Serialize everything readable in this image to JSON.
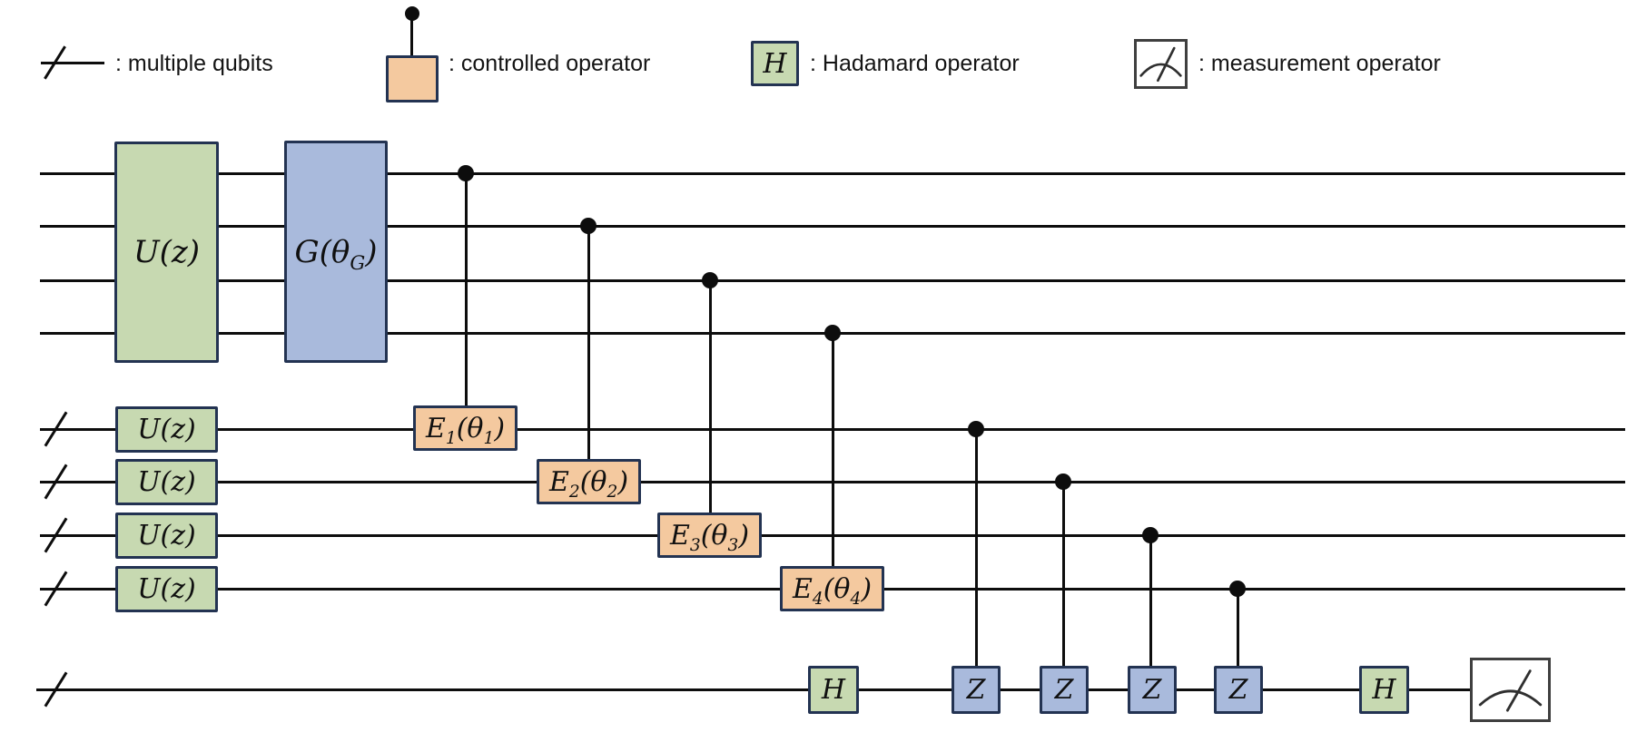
{
  "legend": {
    "multiple_qubits_label": ": multiple qubits",
    "controlled_operator_label": ": controlled operator",
    "hadamard_symbol": "H",
    "hadamard_label": ": Hadamard operator",
    "measurement_label": ": measurement operator"
  },
  "gates": {
    "top_u": "U(z)",
    "top_g": {
      "prefix": "G(θ",
      "sub": "G",
      "suffix": ")"
    },
    "mid_u": [
      "U(z)",
      "U(z)",
      "U(z)",
      "U(z)"
    ],
    "e_gates": [
      {
        "base": "E",
        "sub1": "1",
        "mid": "(θ",
        "sub2": "1",
        "end": ")"
      },
      {
        "base": "E",
        "sub1": "2",
        "mid": "(θ",
        "sub2": "2",
        "end": ")"
      },
      {
        "base": "E",
        "sub1": "3",
        "mid": "(θ",
        "sub2": "3",
        "end": ")"
      },
      {
        "base": "E",
        "sub1": "4",
        "mid": "(θ",
        "sub2": "4",
        "end": ")"
      }
    ],
    "bottom": {
      "h_first": "H",
      "z_gates": [
        "Z",
        "Z",
        "Z",
        "Z"
      ],
      "h_last": "H"
    }
  },
  "colors": {
    "unitary_green": "#c7d9b1",
    "generator_blue": "#a9badc",
    "controlled_orange": "#f4c99f",
    "border_navy": "#233352",
    "wire_black": "#0d0d0d",
    "measurement_border_gray": "#3f3f3f"
  }
}
